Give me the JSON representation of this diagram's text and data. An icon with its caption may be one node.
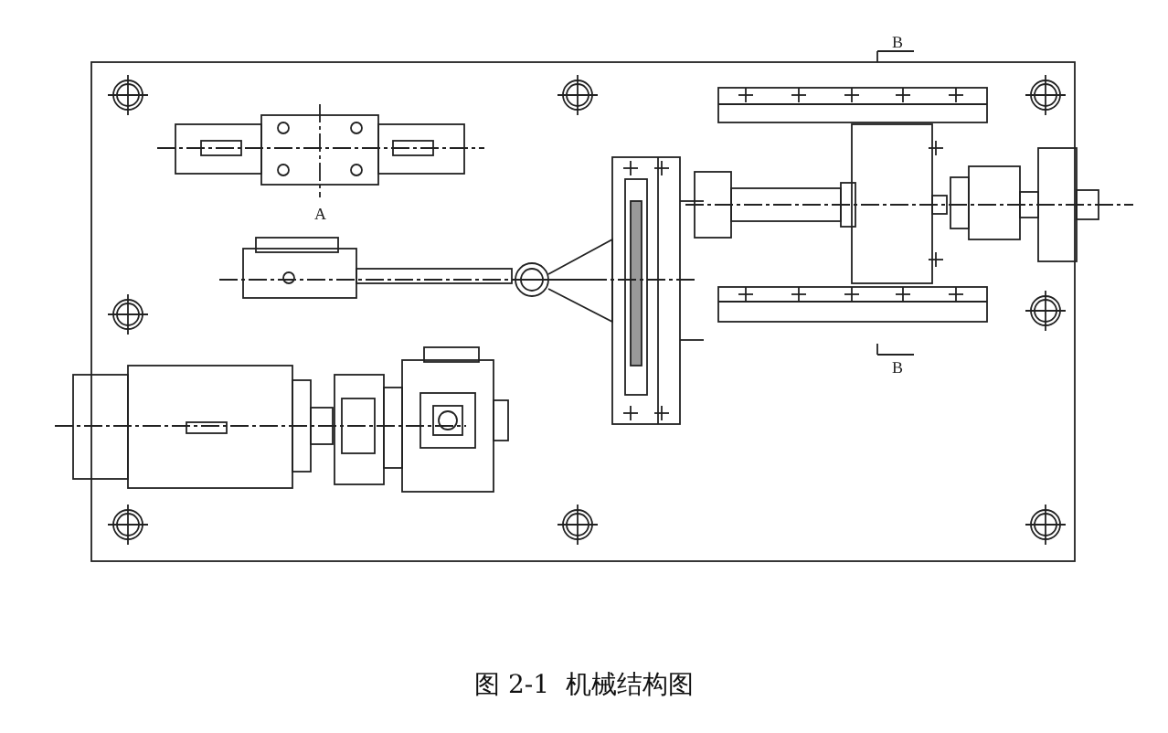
{
  "diagram": {
    "caption": "图 2-1  机械结构图",
    "labels": [
      "A",
      "B",
      "B"
    ]
  }
}
